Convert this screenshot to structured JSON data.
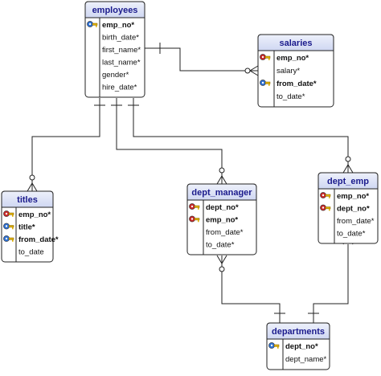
{
  "colors": {
    "header_fill": "#dde3f7",
    "title_text": "#1a1a8c",
    "key_blue": "#2d6fd1",
    "key_red": "#c62828",
    "key_gold": "#e0b000"
  },
  "entities": {
    "employees": {
      "title": "employees",
      "attributes": [
        {
          "label": "emp_no*",
          "pk": true,
          "key": "blue"
        },
        {
          "label": "birth_date*"
        },
        {
          "label": "first_name*"
        },
        {
          "label": "last_name*"
        },
        {
          "label": "gender*"
        },
        {
          "label": "hire_date*"
        }
      ]
    },
    "salaries": {
      "title": "salaries",
      "attributes": [
        {
          "label": "emp_no*",
          "pk": true,
          "key": "red"
        },
        {
          "label": "salary*"
        },
        {
          "label": "from_date*",
          "pk": true,
          "key": "blue"
        },
        {
          "label": "to_date*"
        }
      ]
    },
    "titles": {
      "title": "titles",
      "attributes": [
        {
          "label": "emp_no*",
          "pk": true,
          "key": "red"
        },
        {
          "label": "title*",
          "pk": true,
          "key": "blue"
        },
        {
          "label": "from_date*",
          "pk": true,
          "key": "blue"
        },
        {
          "label": "to_date"
        }
      ]
    },
    "dept_manager": {
      "title": "dept_manager",
      "attributes": [
        {
          "label": "dept_no*",
          "pk": true,
          "key": "red"
        },
        {
          "label": "emp_no*",
          "pk": true,
          "key": "red"
        },
        {
          "label": "from_date*"
        },
        {
          "label": "to_date*"
        }
      ]
    },
    "dept_emp": {
      "title": "dept_emp",
      "attributes": [
        {
          "label": "emp_no*",
          "pk": true,
          "key": "red"
        },
        {
          "label": "dept_no*",
          "pk": true,
          "key": "red"
        },
        {
          "label": "from_date*"
        },
        {
          "label": "to_date*"
        }
      ]
    },
    "departments": {
      "title": "departments",
      "attributes": [
        {
          "label": "dept_no*",
          "pk": true,
          "key": "blue"
        },
        {
          "label": "dept_name*"
        }
      ]
    }
  }
}
